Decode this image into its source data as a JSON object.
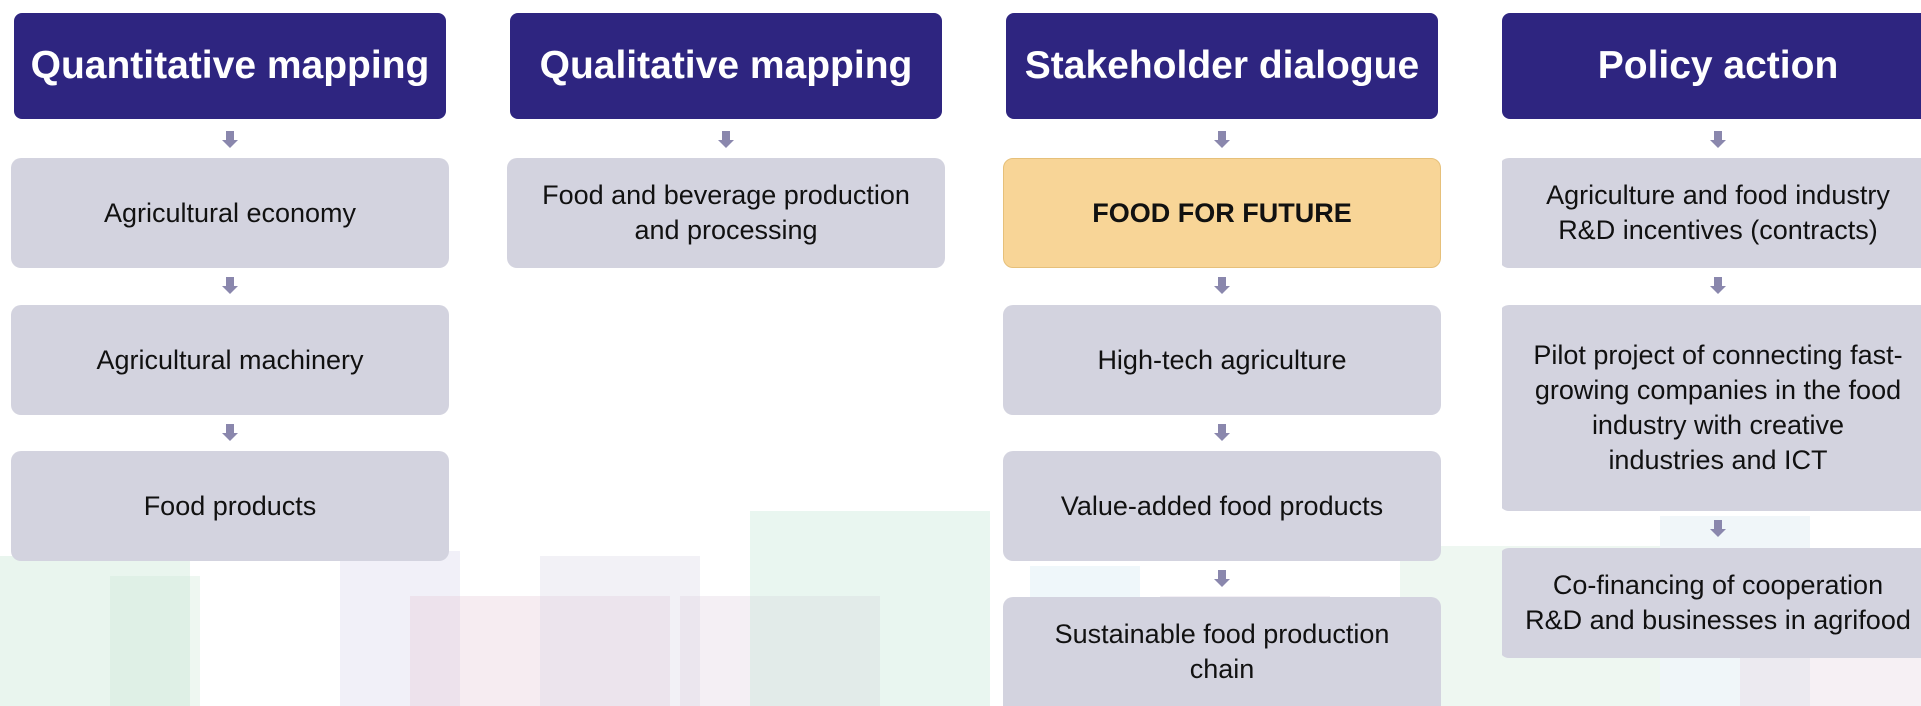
{
  "colors": {
    "header_bg": "#2e2580",
    "box_bg": "#d3d3df",
    "highlight_bg": "#f8d597",
    "arrow": "#8a87ad"
  },
  "columns": [
    {
      "title": "Quantitative mapping",
      "items": [
        {
          "lines": [
            "Agricultural economy"
          ]
        },
        {
          "lines": [
            "Agricultural machinery"
          ]
        },
        {
          "lines": [
            "Food products"
          ]
        }
      ]
    },
    {
      "title": "Qualitative mapping",
      "items": [
        {
          "lines": [
            "Food and beverage production",
            "and processing"
          ]
        }
      ]
    },
    {
      "title": "Stakeholder dialogue",
      "items": [
        {
          "lines": [
            "FOOD FOR FUTURE"
          ],
          "highlight": true
        },
        {
          "lines": [
            "High-tech agriculture"
          ]
        },
        {
          "lines": [
            "Value-added food products"
          ]
        },
        {
          "lines": [
            "Sustainable food production",
            "chain"
          ]
        }
      ]
    },
    {
      "title": "Policy action",
      "items": [
        {
          "lines": [
            "Agriculture and food industry",
            "R&D incentives (contracts)"
          ]
        },
        {
          "lines": [
            "Pilot project of connecting fast-",
            "growing companies in the food",
            "industry with creative",
            "industries and ICT"
          ]
        },
        {
          "lines": [
            "Co-financing of cooperation",
            "R&D and businesses in agrifood"
          ]
        }
      ]
    }
  ]
}
